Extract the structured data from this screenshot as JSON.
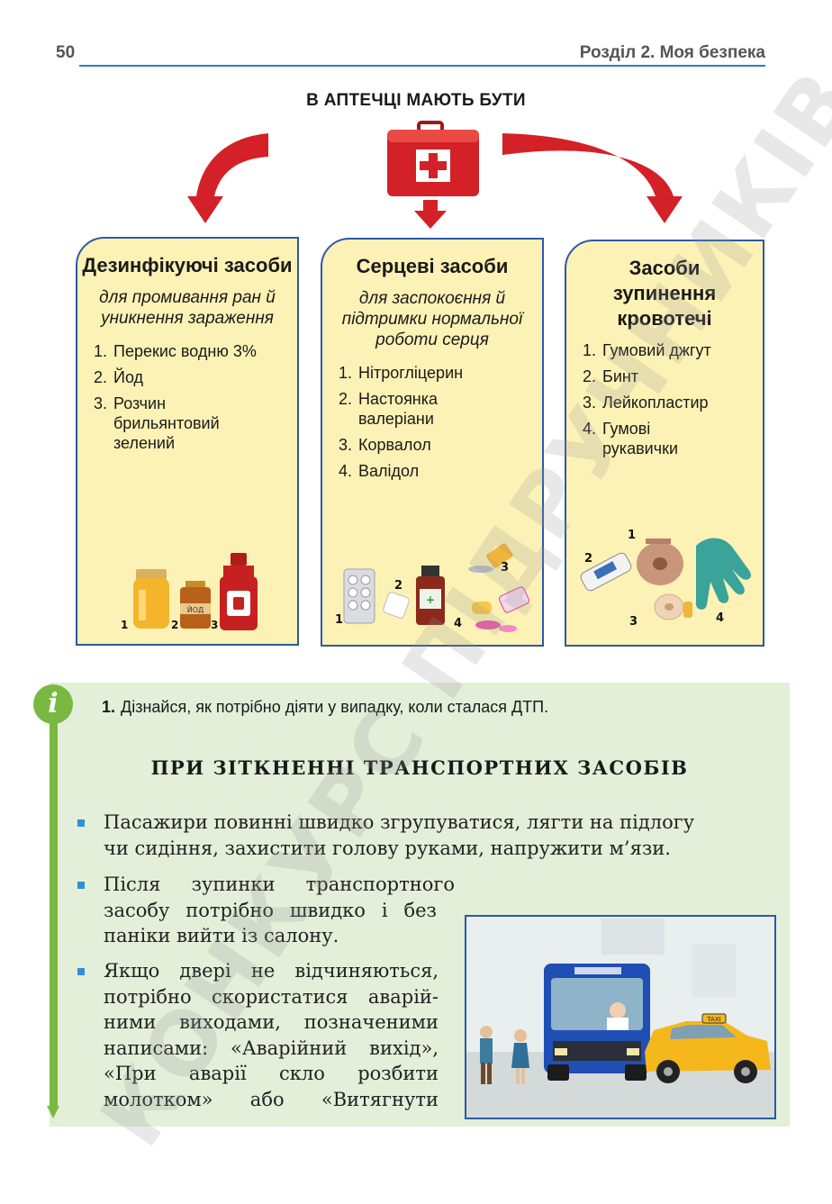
{
  "header": {
    "page_number": "50",
    "section_title": "Розділ 2. Моя безпека"
  },
  "kit": {
    "title": "В АПТЕЧЦІ МАЮТЬ БУТИ",
    "cards": [
      {
        "title": "Дезинфікуючі засоби",
        "subtitle": "для промивання ран й уникнення зараження",
        "items": [
          {
            "num": "1.",
            "text": "Перекис водню 3%"
          },
          {
            "num": "2.",
            "text": "Йод"
          },
          {
            "num": "3.",
            "text": "Розчин брильянтовий зелений"
          }
        ],
        "image_labels": [
          "1",
          "2",
          "3"
        ],
        "bottle_label": "ЙОД"
      },
      {
        "title": "Серцеві засоби",
        "subtitle": "для заспокоєння й підтримки нормальної роботи серця",
        "items": [
          {
            "num": "1.",
            "text": "Нітрогліцерин"
          },
          {
            "num": "2.",
            "text": "Настоянка валеріани"
          },
          {
            "num": "3.",
            "text": "Корвалол"
          },
          {
            "num": "4.",
            "text": "Валідол"
          }
        ],
        "image_labels": [
          "1",
          "2",
          "3",
          "4"
        ]
      },
      {
        "title": "Засоби зупинення кровотечі",
        "subtitle": "",
        "items": [
          {
            "num": "1.",
            "text": "Гумовий джгут"
          },
          {
            "num": "2.",
            "text": "Бинт"
          },
          {
            "num": "3.",
            "text": "Лейкопластир"
          },
          {
            "num": "4.",
            "text": "Гумові рукавички"
          }
        ],
        "image_labels": [
          "1",
          "2",
          "3",
          "4"
        ]
      }
    ]
  },
  "info": {
    "icon_letter": "i",
    "task_num": "1.",
    "task_text": "Дізнайся, як потрібно діяти у випадку, коли сталася ДТП.",
    "heading": "ПРИ ЗІТКНЕННІ ТРАНСПОРТНИХ ЗАСОБІВ",
    "bullets": {
      "b1_l1": "Пасажири повинні швидко згрупуватися, лягти на підлогу",
      "b1_l2": "чи сидіння, захистити голову руками, напружити м’язи.",
      "b2_l1": "Після зупинки транспортного",
      "b2_l2": "засобу потрібно швидко і без",
      "b2_l3": "паніки вийти із салону.",
      "b3_l1": "Якщо двері не відчиняються,",
      "b3_l2": "потрібно скористатися аварій-",
      "b3_l3": "ними виходами, позначеними",
      "b3_l4": "написами: «Аварійний вихід»,",
      "b3_l5": "«При аварії скло розбити",
      "b3_l6": "молотком» або «Витягнути"
    },
    "taxi_label": "TAXI"
  },
  "watermark": "КОНКУРС ПІДРУЧНИКІВ",
  "colors": {
    "accent_blue": "#2a7fc0",
    "card_fill": "#fdf2b5",
    "info_green": "#79b941",
    "info_bg": "#e3efd9",
    "arrow_red": "#d42027"
  }
}
